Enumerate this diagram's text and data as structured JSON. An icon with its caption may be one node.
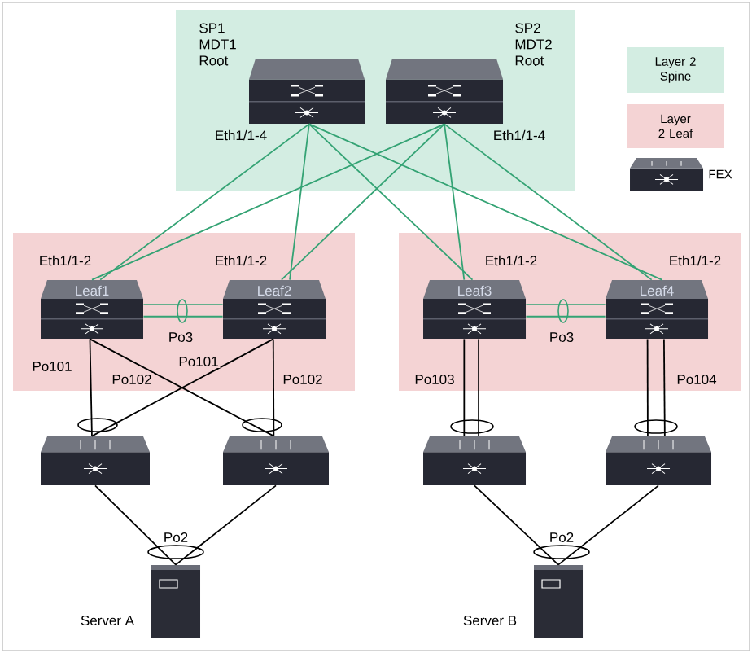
{
  "diagram": {
    "nodes": [
      {
        "text": [],
        "shape": "box"
      },
      {
        "text": [],
        "shape": "switch",
        "in": 0,
        "beside": [
          "SP1 MDT1 Root",
          "Eth1/1-4"
        ]
      },
      {
        "text": [],
        "shape": "switch",
        "in": 0,
        "beside": [
          "SP2 MDT2 Root",
          "Eth1/1-4"
        ]
      },
      {
        "text": [],
        "shape": "box"
      },
      {
        "text": [],
        "shape": "box"
      },
      {
        "text": [
          "Leaf1"
        ],
        "in": 3,
        "beside": [
          "Eth1/1-2"
        ]
      },
      {
        "text": [
          "Leaf2"
        ],
        "in": 3,
        "beside": [
          "Eth1/1-2"
        ]
      },
      {
        "text": [
          "Leaf3"
        ],
        "in": 4,
        "beside": [
          "Eth1/1-2"
        ]
      },
      {
        "text": [
          "Leaf4"
        ],
        "in": 4,
        "beside": [
          "Eth1/1-2"
        ]
      },
      {
        "text": [],
        "shape": "switch"
      },
      {
        "text": [],
        "shape": "switch"
      },
      {
        "text": [],
        "shape": "switch"
      },
      {
        "text": [],
        "shape": "switch"
      },
      {
        "text": [
          "Server A"
        ]
      },
      {
        "text": [
          "Server B"
        ]
      }
    ],
    "edges": [
      {
        "from": 1,
        "to": 5,
        "arrow": "none",
        "color": "#34a374"
      },
      {
        "from": 1,
        "to": 6,
        "arrow": "none",
        "color": "#34a374"
      },
      {
        "from": 1,
        "to": 7,
        "arrow": "none",
        "color": "#34a374"
      },
      {
        "from": 1,
        "to": 8,
        "arrow": "none",
        "color": "#34a374"
      },
      {
        "from": 2,
        "to": 5,
        "arrow": "none",
        "color": "#34a374"
      },
      {
        "from": 2,
        "to": 6,
        "arrow": "none",
        "color": "#34a374"
      },
      {
        "from": 2,
        "to": 7,
        "arrow": "none",
        "color": "#34a374"
      },
      {
        "from": 2,
        "to": 8,
        "arrow": "none",
        "color": "#34a374"
      },
      {
        "from": 5,
        "to": 6,
        "arrow": "none",
        "color": "#34a374"
      },
      {
        "from": 5,
        "to": 6,
        "arrow": "none",
        "color": "#34a374",
        "label": "Po3"
      },
      {
        "from": 7,
        "to": 8,
        "arrow": "none",
        "color": "#34a374"
      },
      {
        "from": 7,
        "to": 8,
        "arrow": "none",
        "color": "#34a374",
        "label": "Po3"
      },
      {
        "from": 5,
        "to": 9,
        "arrow": "none",
        "color": "#000000",
        "label": "Po101"
      },
      {
        "from": 5,
        "to": 10,
        "arrow": "none",
        "color": "#000000",
        "label": "Po102"
      },
      {
        "from": 6,
        "to": 9,
        "arrow": "none",
        "color": "#000000",
        "label": "Po101"
      },
      {
        "from": 6,
        "to": 10,
        "arrow": "none",
        "color": "#000000",
        "label": "Po102"
      },
      {
        "from": 7,
        "to": 11,
        "arrow": "none",
        "color": "#000000",
        "label": "Po103"
      },
      {
        "from": 7,
        "to": 11,
        "arrow": "none",
        "color": "#000000"
      },
      {
        "from": 8,
        "to": 12,
        "arrow": "none",
        "color": "#000000"
      },
      {
        "from": 8,
        "to": 12,
        "arrow": "none",
        "color": "#000000",
        "label": "Po104"
      },
      {
        "from": 9,
        "to": 13,
        "arrow": "none",
        "color": "#000000",
        "label": "Po2"
      },
      {
        "from": 10,
        "to": 13,
        "arrow": "none",
        "color": "#000000"
      },
      {
        "from": 11,
        "to": 14,
        "arrow": "none",
        "color": "#000000",
        "label": "Po2"
      },
      {
        "from": 12,
        "to": 14,
        "arrow": "none",
        "color": "#000000"
      }
    ],
    "legend": [
      {
        "text": "Layer 2 Spine",
        "color": "#d3ede2"
      },
      {
        "text": "Layer 2 Leaf",
        "color": "#f4d3d4"
      },
      {
        "text": "FEX"
      }
    ]
  }
}
